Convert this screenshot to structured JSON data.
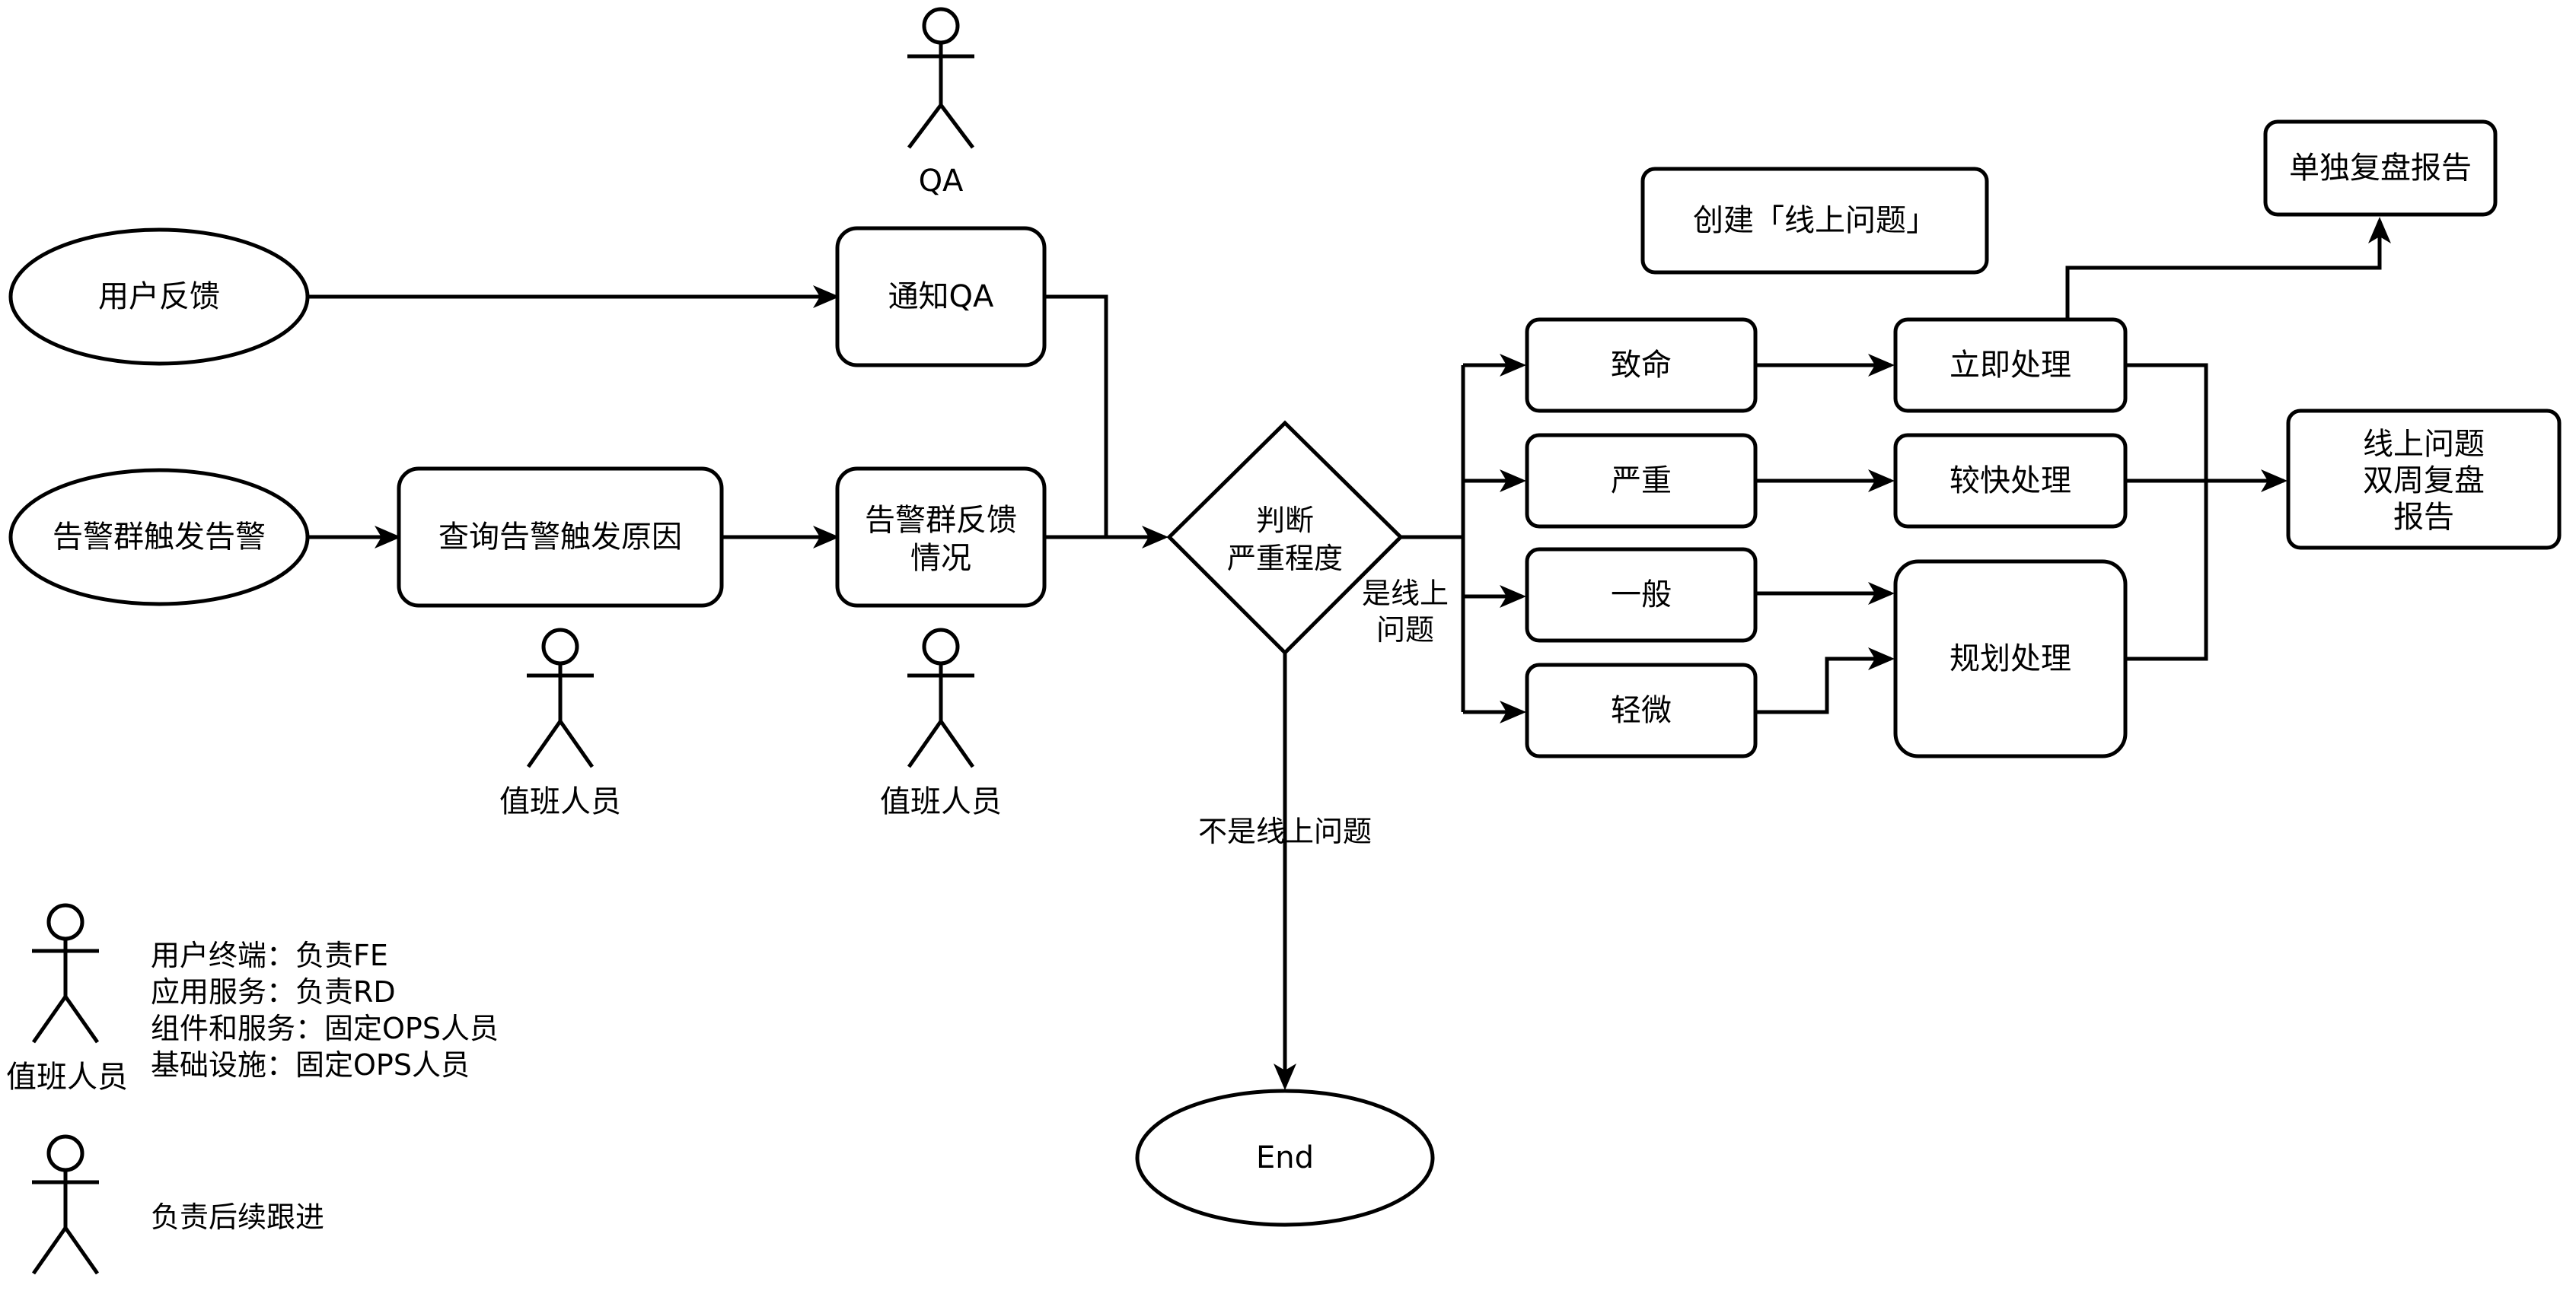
{
  "nodes": {
    "user_feedback": "用户反馈",
    "alert_group_trigger": "告警群触发告警",
    "query_alert_cause": "查询告警触发原因",
    "notify_qa": "通知QA",
    "alert_group_feedback": [
      "告警群反馈",
      "情况"
    ],
    "judge_severity": [
      "判断",
      "严重程度"
    ],
    "fatal": "致命",
    "serious": "严重",
    "general": "一般",
    "minor": "轻微",
    "handle_now": "立即处理",
    "handle_fast": "较快处理",
    "handle_planned": "规划处理",
    "create_online_issue": "创建「线上问题」",
    "separate_review": "单独复盘报告",
    "biweekly_review": [
      "线上问题",
      "双周复盘",
      "报告"
    ],
    "end": "End"
  },
  "edge_labels": {
    "is_online_issue": [
      "是线上",
      "问题"
    ],
    "not_online_issue": "不是线上问题"
  },
  "actors": {
    "qa": "QA",
    "on_duty_1": "值班人员",
    "on_duty_2": "值班人员",
    "legend_on_duty": "值班人员"
  },
  "legend": {
    "on_duty_lines": [
      "用户终端：负责FE",
      "应用服务：负责RD",
      "组件和服务：固定OPS人员",
      "基础设施：固定OPS人员"
    ],
    "follow_up": "负责后续跟进"
  }
}
